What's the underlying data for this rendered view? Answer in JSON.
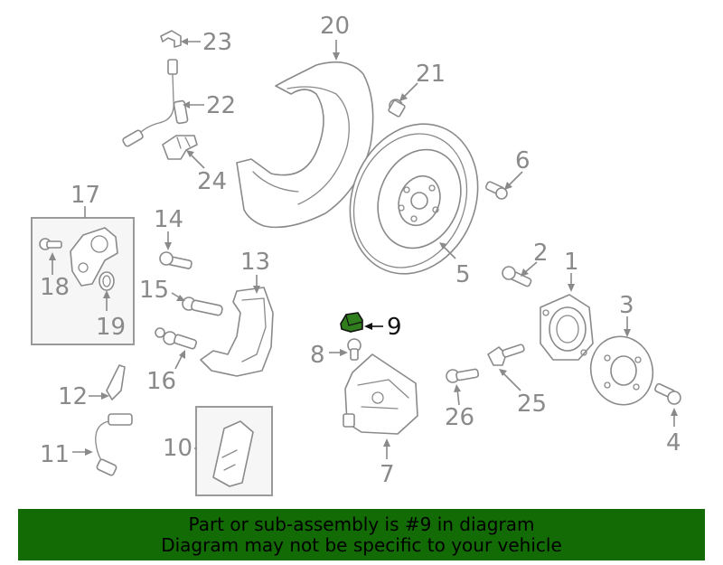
{
  "diagram": {
    "callouts": {
      "c1": "1",
      "c2": "2",
      "c3": "3",
      "c4": "4",
      "c5": "5",
      "c6": "6",
      "c7": "7",
      "c8": "8",
      "c9": "9",
      "c10": "10",
      "c11": "11",
      "c12": "12",
      "c13": "13",
      "c14": "14",
      "c15": "15",
      "c16": "16",
      "c17": "17",
      "c18": "18",
      "c19": "19",
      "c20": "20",
      "c21": "21",
      "c22": "22",
      "c23": "23",
      "c24": "24",
      "c25": "25",
      "c26": "26"
    },
    "highlighted_part": "9"
  },
  "footer": {
    "line1": "Part or sub-assembly is #9 in diagram",
    "line2": "Diagram may not be specific to your vehicle"
  },
  "colors": {
    "banner_bg": "#136b06",
    "highlight_fill": "#2f7d1c",
    "line_gray": "#8a8a8a"
  }
}
